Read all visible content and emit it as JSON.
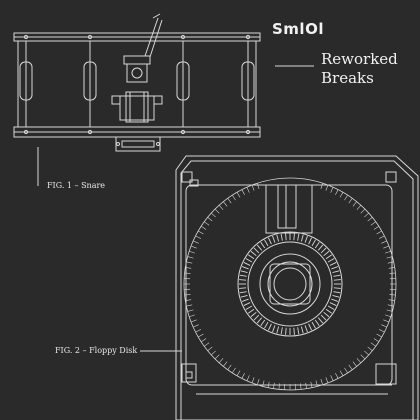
{
  "brand": {
    "logo_text": "SmlOl"
  },
  "title": {
    "line1": "Reworked",
    "line2": "Breaks"
  },
  "figures": [
    {
      "caption": "FIG. 1 – Snare",
      "icon": "snare-drum-illustration"
    },
    {
      "caption": "FIG. 2 – Floppy Disk",
      "icon": "floppy-disk-illustration"
    }
  ],
  "colors": {
    "background": "#2a2a2a",
    "line": "#d8d8d8",
    "text": "#f2f2f2"
  }
}
